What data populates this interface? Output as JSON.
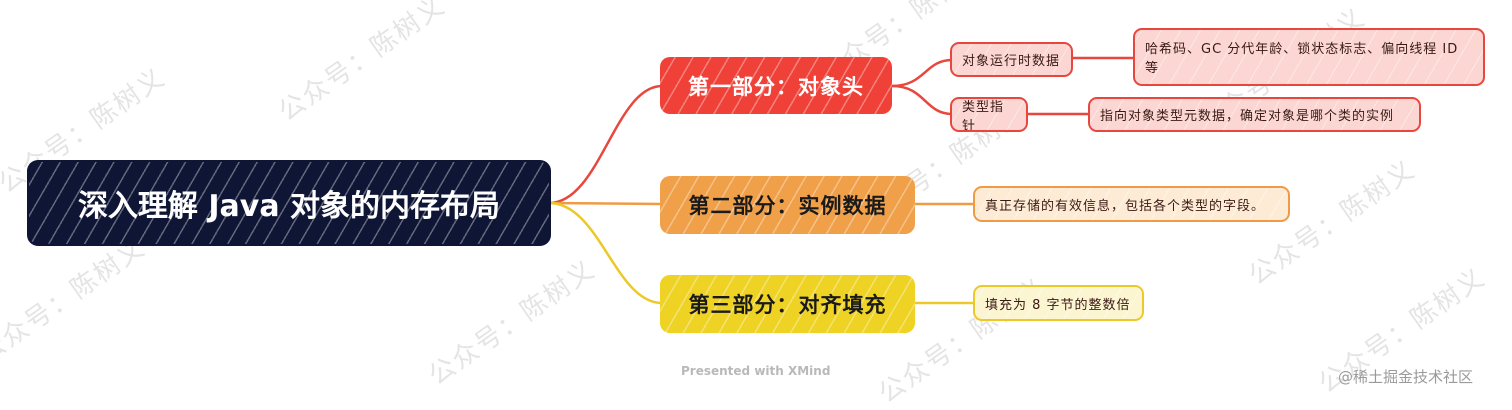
{
  "mindmap": {
    "root": {
      "label": "深入理解 Java 对象的内存布局",
      "color": "#0f1534"
    },
    "branches": [
      {
        "label": "第一部分：对象头",
        "color": "#ef4138",
        "children": [
          {
            "label": "对象运行时数据",
            "detail": "哈希码、GC 分代年龄、锁状态标志、偏向线程 ID 等"
          },
          {
            "label": "类型指针",
            "detail": "指向对象类型元数据，确定对象是哪个类的实例"
          }
        ]
      },
      {
        "label": "第二部分：实例数据",
        "color": "#f1a04a",
        "children": [
          {
            "label": "真正存储的有效信息，包括各个类型的字段。"
          }
        ]
      },
      {
        "label": "第三部分：对齐填充",
        "color": "#efd324",
        "children": [
          {
            "label": "填充为 8 字节的整数倍"
          }
        ]
      }
    ]
  },
  "detail_lines": {
    "red_0_line1": "哈希码、GC 分代年龄、锁状态标志、偏向线程 ID",
    "red_0_line2": "等"
  },
  "footer": {
    "presented": "Presented with XMind"
  },
  "credit": "@稀土掘金技术社区",
  "watermark": "公众号：陈树义"
}
